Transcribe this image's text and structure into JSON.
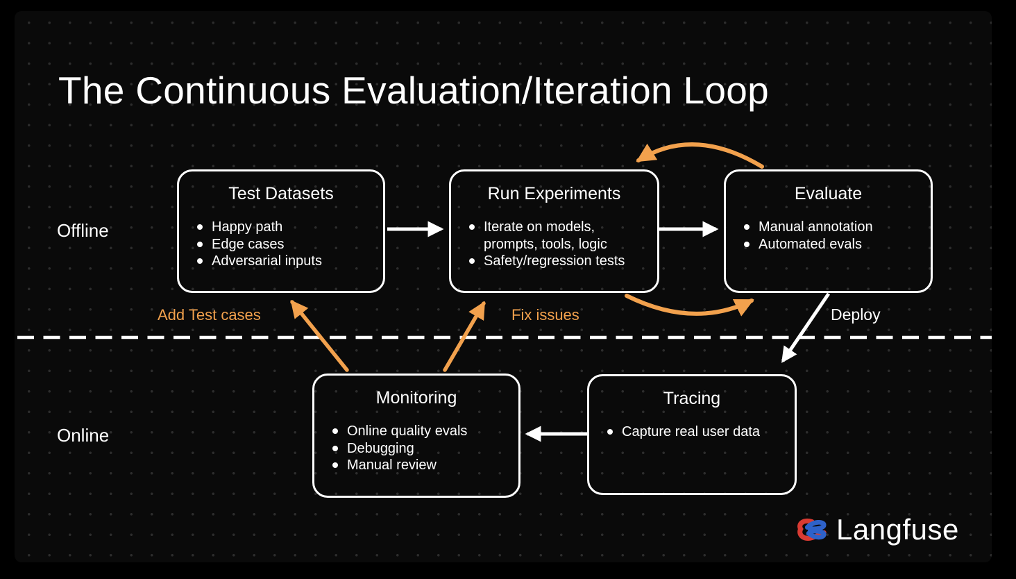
{
  "title": "The Continuous Evaluation/Iteration Loop",
  "lanes": {
    "offline": "Offline",
    "online": "Online"
  },
  "boxes": {
    "test_datasets": {
      "title": "Test Datasets",
      "bullets": [
        "Happy path",
        "Edge cases",
        "Adversarial inputs"
      ]
    },
    "run_experiments": {
      "title": "Run Experiments",
      "bullets": [
        "Iterate on models, prompts, tools, logic",
        "Safety/regression tests"
      ]
    },
    "evaluate": {
      "title": "Evaluate",
      "bullets": [
        "Manual annotation",
        "Automated evals"
      ]
    },
    "monitoring": {
      "title": "Monitoring",
      "bullets": [
        "Online quality evals",
        "Debugging",
        "Manual review"
      ]
    },
    "tracing": {
      "title": "Tracing",
      "bullets": [
        "Capture real user data"
      ]
    }
  },
  "arrow_labels": {
    "add_test_cases": "Add Test cases",
    "fix_issues": "Fix issues",
    "deploy": "Deploy"
  },
  "logo": {
    "wordmark": "Langfuse",
    "icon": "langfuse-knot-icon"
  },
  "colors": {
    "background": "#000000",
    "slide_background": "#0a0a0a",
    "dot_grid": "#2d2d2d",
    "line_white": "#ffffff",
    "accent_orange": "#F2A14D",
    "logo_red": "#D93B33",
    "logo_blue": "#2E62C9"
  }
}
